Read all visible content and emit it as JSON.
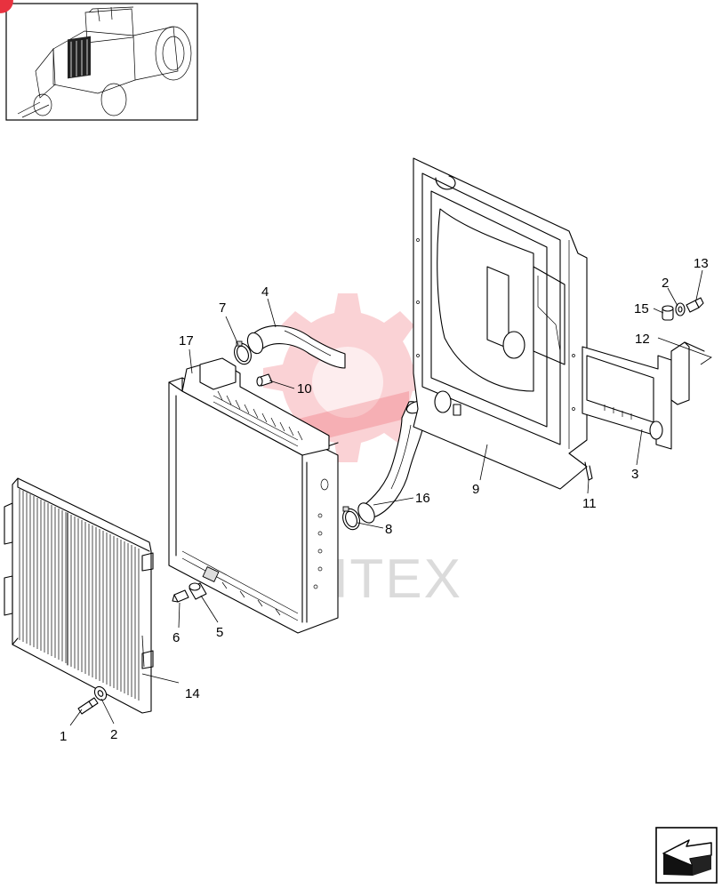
{
  "watermark": {
    "text": "ИНТЕХ",
    "brand_color": "#e8323f"
  },
  "callouts": {
    "c1": "1",
    "c2a": "2",
    "c2b": "2",
    "c3": "3",
    "c4": "4",
    "c5": "5",
    "c6": "6",
    "c7": "7",
    "c8": "8",
    "c9": "9",
    "c10": "10",
    "c11": "11",
    "c12": "12",
    "c13": "13",
    "c14": "14",
    "c15": "15",
    "c16": "16",
    "c17": "17"
  },
  "icons": {
    "thumbnail": "tractor-location-thumbnail",
    "navigation": "next-page-arrow-icon",
    "marker": "red-corner-marker"
  }
}
